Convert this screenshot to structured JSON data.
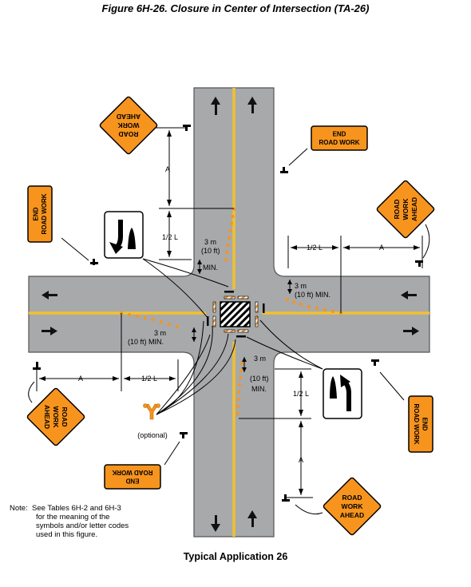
{
  "title": "Figure 6H-26.  Closure in Center of Intersection (TA-26)",
  "caption": "Typical Application 26",
  "note": {
    "prefix": "Note:",
    "lines": [
      "See Tables 6H-2 and 6H-3",
      "for the meaning of the",
      "symbols and/or letter codes",
      "used in this figure."
    ]
  },
  "signs": {
    "road_work_ahead": [
      "ROAD",
      "WORK",
      "AHEAD"
    ],
    "end_road_work": [
      "END",
      "ROAD WORK"
    ]
  },
  "labels": {
    "a": "A",
    "half_l": "1/2 L",
    "three_m": "3 m",
    "ten_ft": "(10 ft)",
    "min": "MIN.",
    "ten_ft_min": "(10 ft) MIN.",
    "optional": "(optional)"
  },
  "colors": {
    "road": "#a7a9ab",
    "sign_orange": "#f7941d",
    "centerline": "#f2c12e",
    "channelizer": "#f7941d"
  }
}
